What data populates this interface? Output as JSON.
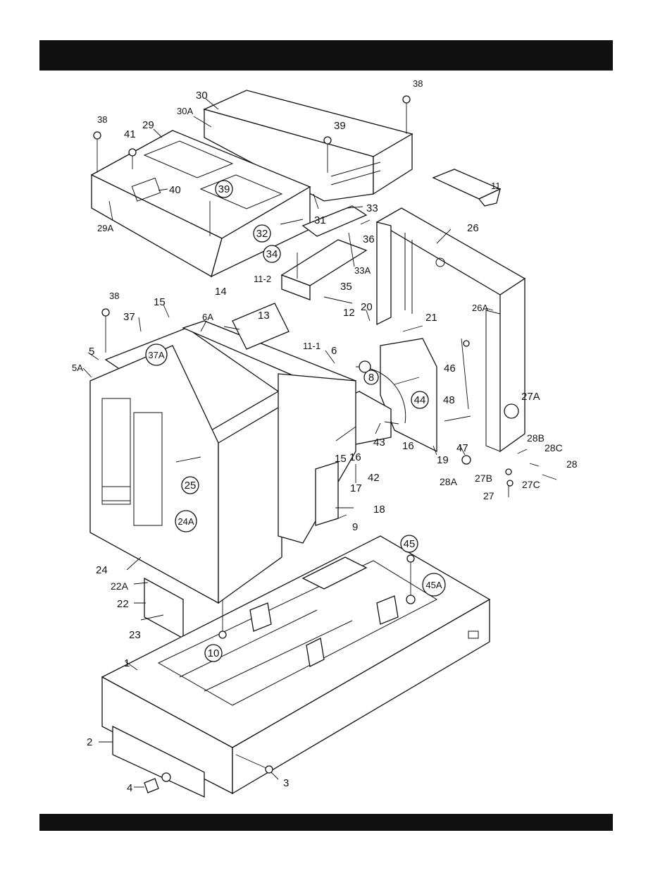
{
  "labels": {
    "l30": "30",
    "l30A": "30A",
    "l29": "29",
    "l29A": "29A",
    "l38a": "38",
    "l38b": "38",
    "l38c": "38",
    "l41": "41",
    "l40": "40",
    "l39a": "39",
    "l39b": "39",
    "l31": "31",
    "l32": "32",
    "l33": "33",
    "l33A": "33A",
    "l34": "34",
    "l35": "35",
    "l36": "36",
    "l11": "11",
    "l11_2": "11-2",
    "l11_1": "11-1",
    "l12": "12",
    "l14": "14",
    "l15a": "15",
    "l15b": "15",
    "l37": "37",
    "l37A": "37A",
    "l6A": "6A",
    "l13": "13",
    "l6": "6",
    "l5": "5",
    "l5A": "5A",
    "l20": "20",
    "l8": "8",
    "l21": "21",
    "l26": "26",
    "l26A": "26A",
    "l46": "46",
    "l44": "44",
    "l48": "48",
    "l27A": "27A",
    "l16a": "16",
    "l16b": "16",
    "l43": "43",
    "l19": "19",
    "l47": "47",
    "l28B": "28B",
    "l28C": "28C",
    "l28": "28",
    "l28A": "28A",
    "l27B": "27B",
    "l27C": "27C",
    "l27": "27",
    "l42": "42",
    "l17": "17",
    "l18": "18",
    "l25": "25",
    "l24A": "24A",
    "l24": "24",
    "l9": "9",
    "l22A": "22A",
    "l22": "22",
    "l23": "23",
    "l10": "10",
    "l45": "45",
    "l45A": "45A",
    "l1": "1",
    "l2": "2",
    "l3": "3",
    "l4": "4"
  }
}
